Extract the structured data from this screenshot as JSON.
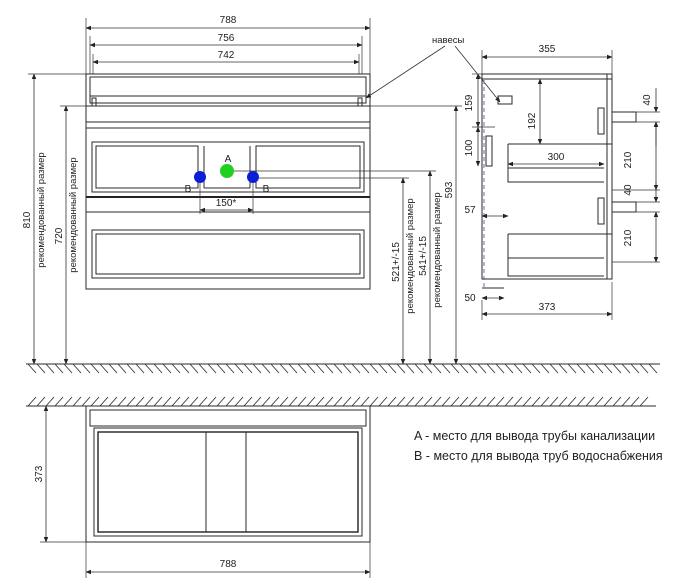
{
  "front_view": {
    "width_outer": "788",
    "width_middle": "756",
    "width_inner": "742",
    "height_total": "810",
    "height_total_label": "рекомендованный размер",
    "height_720": "720",
    "height_720_label": "рекомендованный размер",
    "height_593": "593",
    "height_541": "541+/-15",
    "height_541_label": "рекомендованный размер",
    "height_521": "521+/-15",
    "height_521_label": "рекомендованный размер",
    "pipe_spacing": "150*",
    "point_a": "A",
    "point_b_left": "B",
    "point_b_right": "B",
    "hinges_label": "навесы"
  },
  "side_view": {
    "depth_top": "355",
    "depth_bottom": "373",
    "dim_159": "159",
    "dim_192": "192",
    "dim_100": "100",
    "dim_300": "300",
    "dim_57": "57",
    "dim_50": "50",
    "dim_40_top": "40",
    "dim_210_top": "210",
    "dim_40_bottom": "40",
    "dim_210_bottom": "210"
  },
  "plan_view": {
    "depth": "373",
    "width": "788"
  },
  "legend": {
    "a_text": "A - место для вывода трубы канализации",
    "b_text": "B - место для вывода труб водоснабжения"
  },
  "colors": {
    "water": "#0a1ed8",
    "sewer": "#1fd01f"
  }
}
